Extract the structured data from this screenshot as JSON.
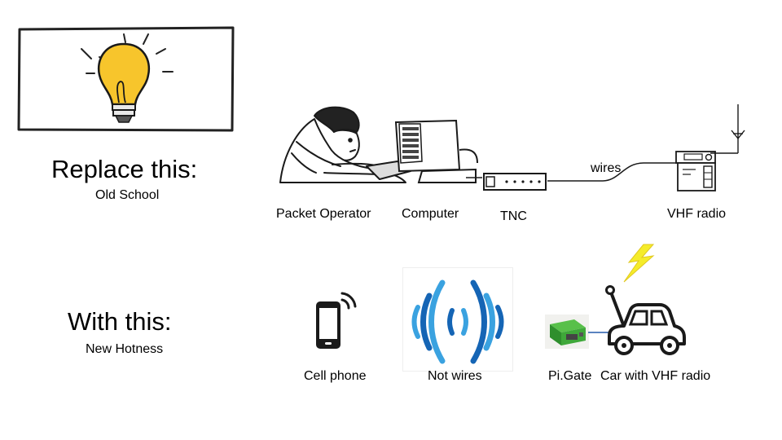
{
  "old": {
    "heading": "Replace this:",
    "subheading": "Old School",
    "labels": {
      "operator": "Packet Operator",
      "computer": "Computer",
      "tnc": "TNC",
      "radio": "VHF radio",
      "wires": "wires"
    }
  },
  "new": {
    "heading": "With this:",
    "subheading": "New Hotness",
    "labels": {
      "phone": "Cell phone",
      "wireless": "Not wires",
      "pigate": "Pi.Gate",
      "car": "Car with VHF radio"
    }
  },
  "colors": {
    "bulb": "#f7c52c",
    "bulb_outline": "#1a1a1a",
    "bolt": "#f5ec2a",
    "wave_dark": "#1565b5",
    "wave_light": "#3aa2e0",
    "pigate_box": "#3fa83a",
    "link_line": "#5a83c0"
  },
  "icons": {
    "lightbulb": "lightbulb-icon",
    "operator": "packet-operator-illustration",
    "computer": "computer-icon",
    "tnc": "tnc-device-icon",
    "radio": "vhf-radio-icon",
    "antenna": "antenna-icon",
    "phone": "cell-phone-icon",
    "wireless": "wireless-waves-icon",
    "pigate": "pigate-device-icon",
    "car": "car-icon",
    "bolt": "lightning-bolt-icon"
  }
}
